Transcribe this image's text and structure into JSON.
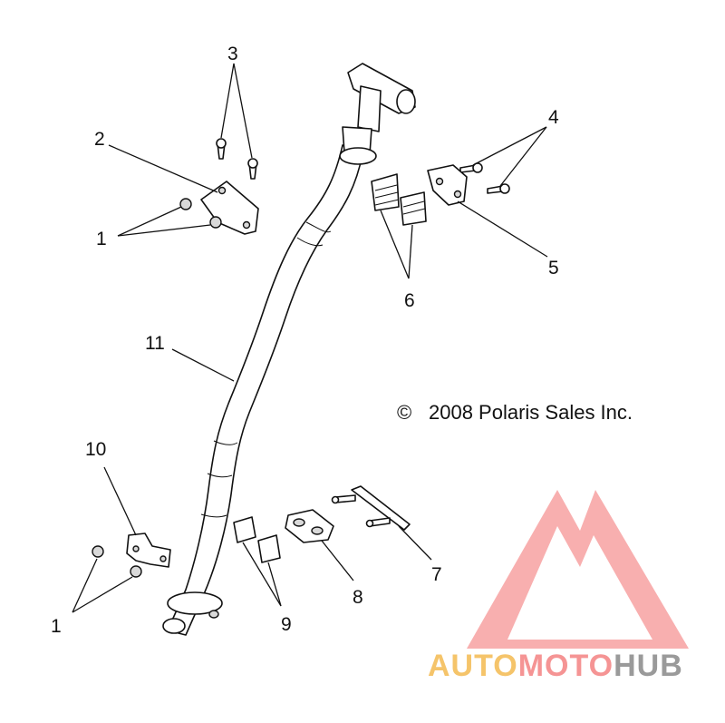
{
  "diagram": {
    "callouts": [
      {
        "id": "c1a",
        "label": "1"
      },
      {
        "id": "c1b",
        "label": "1"
      },
      {
        "id": "c2",
        "label": "2"
      },
      {
        "id": "c3",
        "label": "3"
      },
      {
        "id": "c4",
        "label": "4"
      },
      {
        "id": "c5",
        "label": "5"
      },
      {
        "id": "c6",
        "label": "6"
      },
      {
        "id": "c7",
        "label": "7"
      },
      {
        "id": "c8",
        "label": "8"
      },
      {
        "id": "c9",
        "label": "9"
      },
      {
        "id": "c10",
        "label": "10"
      },
      {
        "id": "c11",
        "label": "11"
      }
    ],
    "copyright": "2008 Polaris Sales Inc.",
    "copyright_symbol": "©"
  },
  "watermark": {
    "part1": "AUTO",
    "part2": "MOTO",
    "part3": "HUB",
    "colors": {
      "auto": "#f5c46a",
      "moto": "#f59494",
      "hub": "#9a9a9a"
    }
  }
}
